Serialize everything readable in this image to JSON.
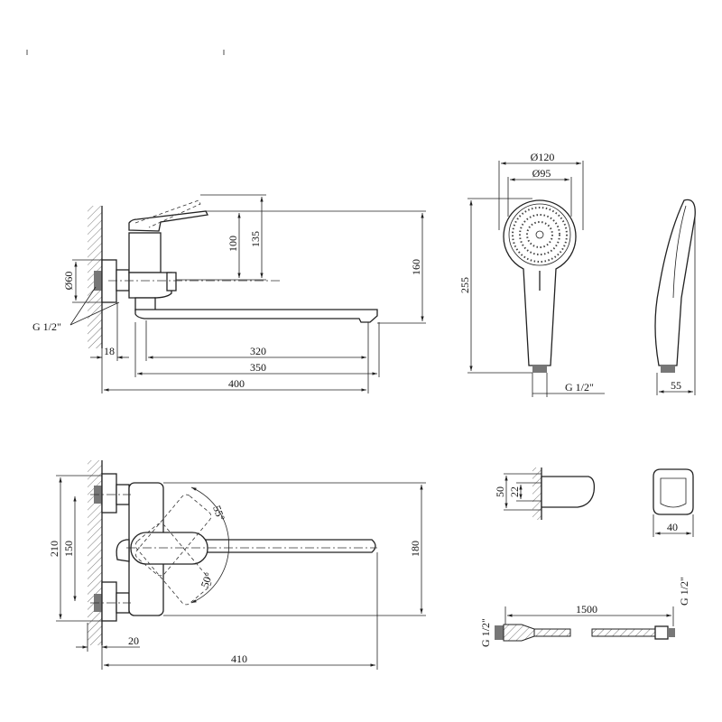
{
  "front_view": {
    "dia_flange": "Ø60",
    "thread": "G 1/2\"",
    "h_100": "100",
    "h_135": "135",
    "h_160": "160",
    "w_18": "18",
    "w_320": "320",
    "w_350": "350",
    "w_400": "400"
  },
  "shower_head": {
    "dia_outer": "Ø120",
    "dia_inner": "Ø95",
    "length": "255",
    "thread": "G 1/2\"",
    "side_width": "55"
  },
  "top_view": {
    "h_210": "210",
    "h_150": "150",
    "h_180": "180",
    "w_20": "20",
    "w_410": "410",
    "angle_up": "55°",
    "angle_down": "50°"
  },
  "holder": {
    "h_50": "50",
    "h_22": "22",
    "w_40": "40"
  },
  "hose": {
    "length": "1500",
    "thread_left": "G 1/2\"",
    "thread_right": "G 1/2\""
  }
}
